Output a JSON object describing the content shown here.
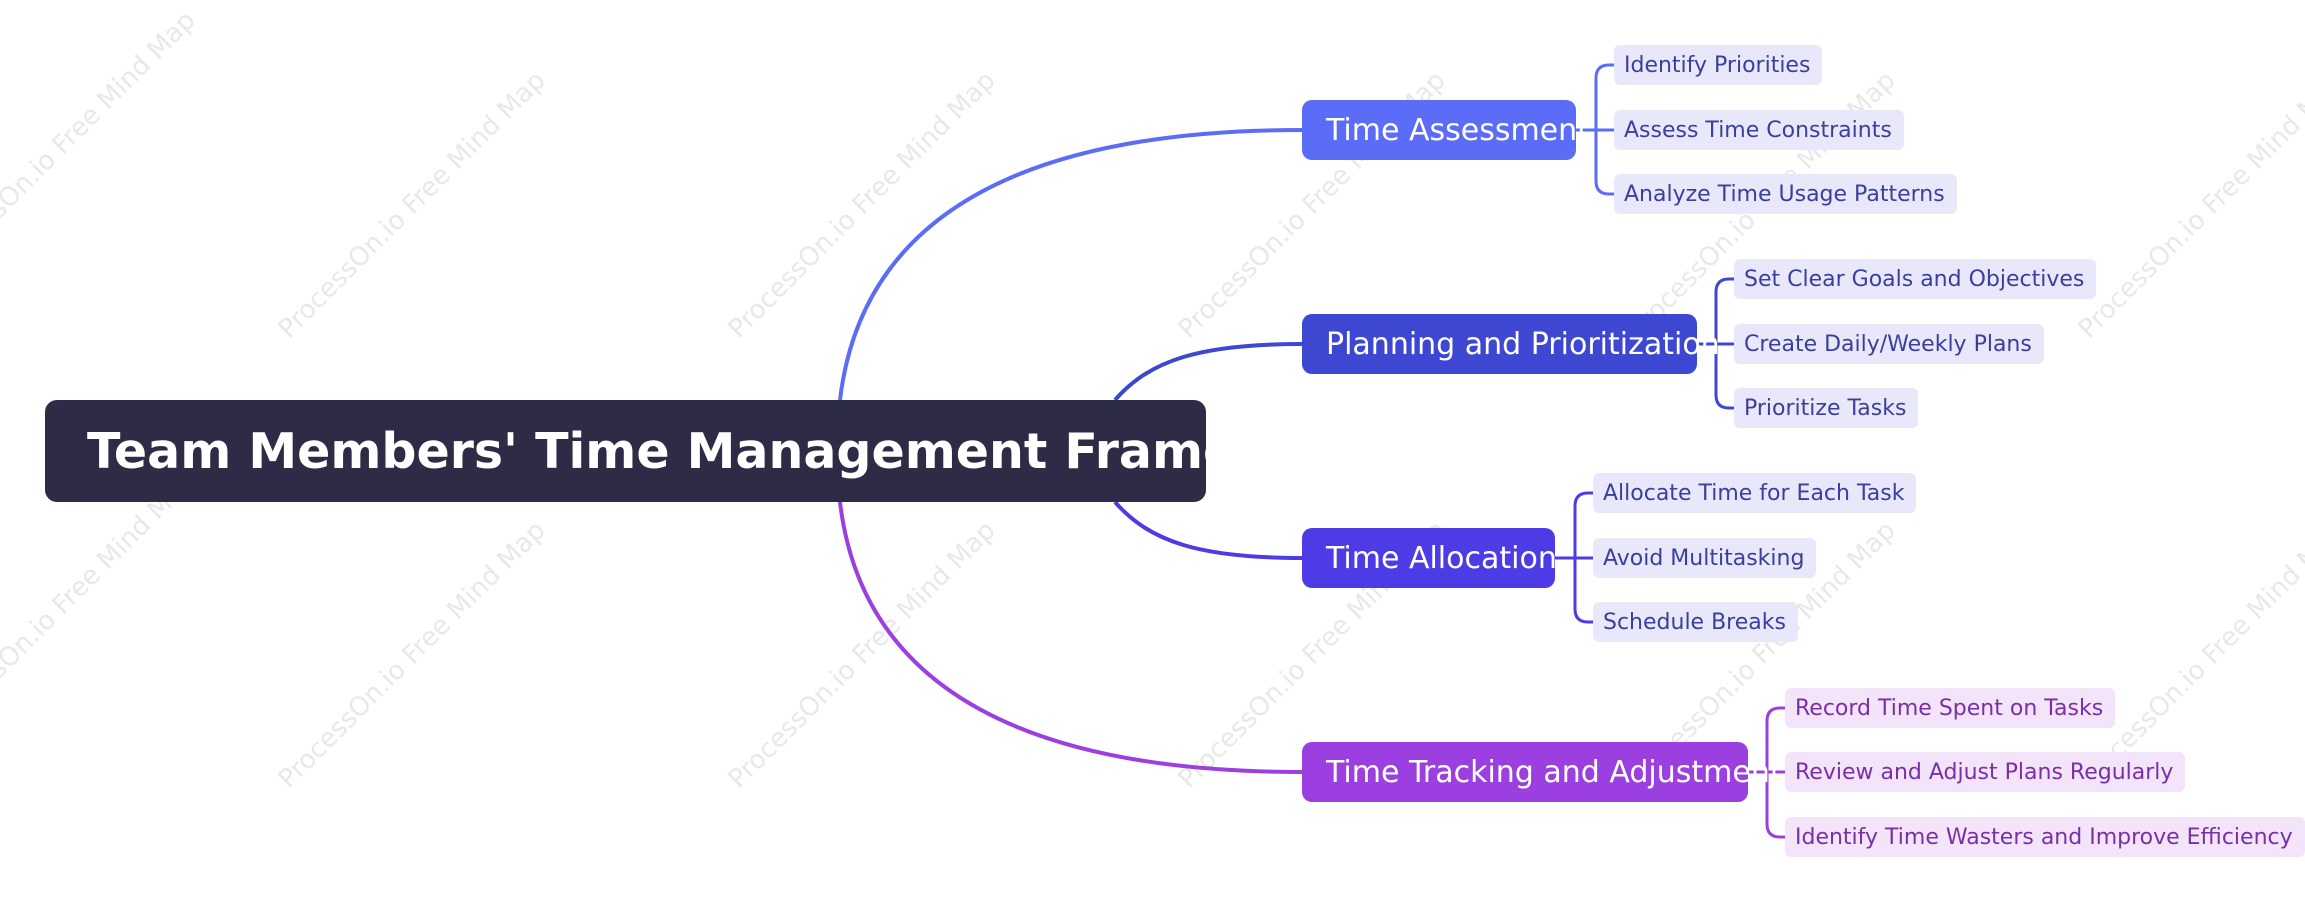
{
  "root": {
    "label": "Team Members' Time Management Framework"
  },
  "branches": [
    {
      "label": "Time Assessment",
      "color": "#5b6cf7",
      "children": [
        "Identify Priorities",
        "Assess Time Constraints",
        "Analyze Time Usage Patterns"
      ]
    },
    {
      "label": "Planning and Prioritization",
      "color": "#3d47d1",
      "children": [
        "Set Clear Goals and Objectives",
        "Create Daily/Weekly Plans",
        "Prioritize Tasks"
      ]
    },
    {
      "label": "Time Allocation",
      "color": "#4d3ce6",
      "children": [
        "Allocate Time for Each Task",
        "Avoid Multitasking",
        "Schedule Breaks"
      ]
    },
    {
      "label": "Time Tracking and Adjustment",
      "color": "#9b3fe0",
      "children": [
        "Record Time Spent on Tasks",
        "Review and Adjust Plans Regularly",
        "Identify Time Wasters and Improve Efficiency"
      ]
    }
  ],
  "watermark": "ProcessOn.io Free Mind Map"
}
